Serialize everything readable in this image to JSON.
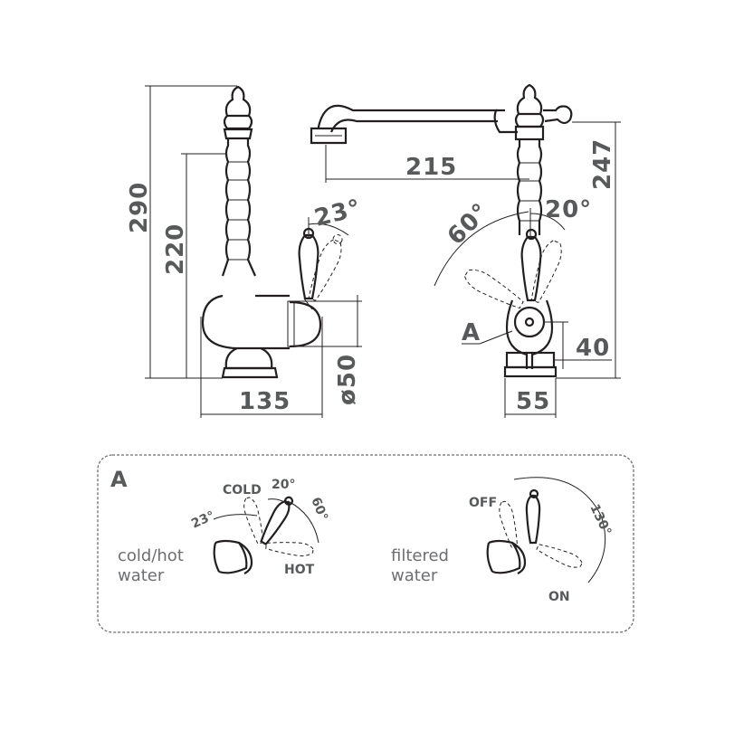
{
  "dimensions": {
    "total_height": "290",
    "body_height": "220",
    "handle_angle": "23°",
    "body_width": "135",
    "body_diameter": "ø50",
    "spout_reach": "215",
    "spout_height": "247",
    "cold_angle": "20°",
    "hot_angle": "60°",
    "handle_offset": "40",
    "base_width": "55",
    "detail_ref": "A"
  },
  "detail": {
    "label": "A",
    "left": {
      "title_line1": "cold/hot",
      "title_line2": "water",
      "cold_label": "COLD",
      "hot_label": "HOT",
      "angle_left": "23°",
      "angle_cold": "20°",
      "angle_hot": "60°"
    },
    "right": {
      "title_line1": "filtered",
      "title_line2": "water",
      "off_label": "OFF",
      "on_label": "ON",
      "angle": "130°"
    }
  }
}
